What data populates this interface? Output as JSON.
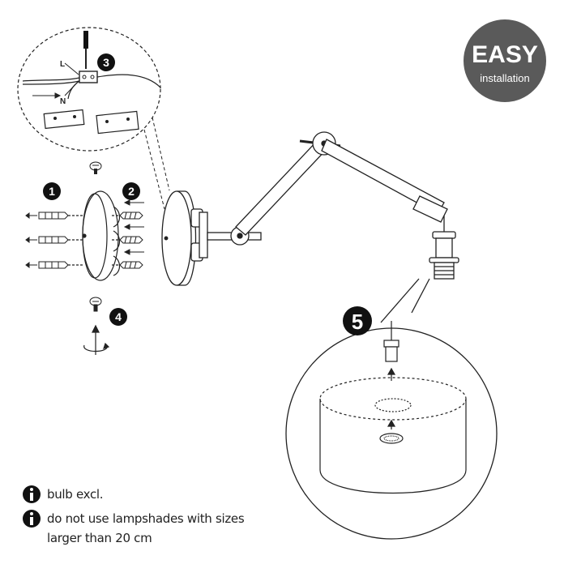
{
  "badge": {
    "title": "EASY",
    "subtitle": "installation",
    "color": "#5a5a5a"
  },
  "wiring": {
    "labels": [
      "L",
      "N"
    ]
  },
  "steps": [
    "1",
    "2",
    "3",
    "4",
    "5"
  ],
  "notes": [
    {
      "icon": "info-icon",
      "text": "bulb excl."
    },
    {
      "icon": "info-icon",
      "text": "do not use lampshades with sizes"
    },
    {
      "icon": "",
      "text": "larger than 20 cm"
    }
  ]
}
